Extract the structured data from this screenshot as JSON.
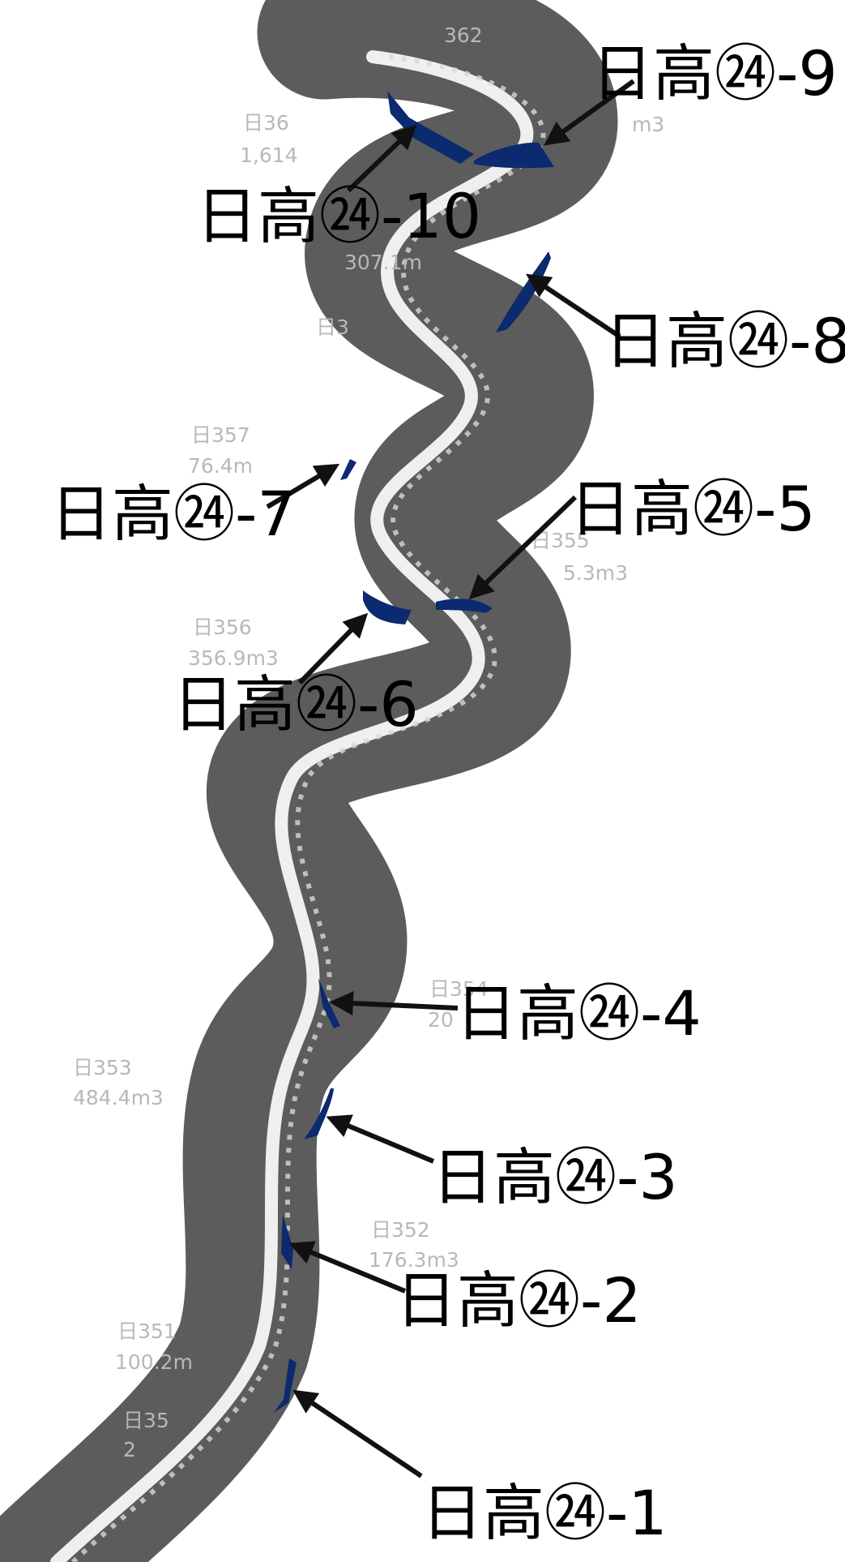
{
  "colors": {
    "river_band": "#5c5c5c",
    "channel": "#ffffff",
    "deposit_fill": "#0b2a6f",
    "callout_text": "#000000",
    "ghost_text": "#b8b8b8"
  },
  "callouts": [
    {
      "id": "1",
      "label": "日高㉔-1"
    },
    {
      "id": "2",
      "label": "日高㉔-2"
    },
    {
      "id": "3",
      "label": "日高㉔-3"
    },
    {
      "id": "4",
      "label": "日高㉔-4"
    },
    {
      "id": "5",
      "label": "日高㉔-5"
    },
    {
      "id": "6",
      "label": "日高㉔-6"
    },
    {
      "id": "7",
      "label": "日高㉔-7"
    },
    {
      "id": "8",
      "label": "日高㉔-8"
    },
    {
      "id": "9",
      "label": "日高㉔-9"
    },
    {
      "id": "10",
      "label": "日高㉔-10"
    }
  ],
  "background_labels": [
    {
      "id": "h362",
      "text": "362"
    },
    {
      "id": "h_top_name",
      "text": "日36"
    },
    {
      "id": "h_top_vol",
      "text": "1,614"
    },
    {
      "id": "h9_vol",
      "text": "m3"
    },
    {
      "id": "h8_vol",
      "text": "307.1m"
    },
    {
      "id": "h_mid_name",
      "text": "日3"
    },
    {
      "id": "h357_name",
      "text": "日357"
    },
    {
      "id": "h357_vol",
      "text": "76.4m"
    },
    {
      "id": "h355_name",
      "text": "日355"
    },
    {
      "id": "h355_vol",
      "text": "5.3m3"
    },
    {
      "id": "h356_name",
      "text": "日356"
    },
    {
      "id": "h356_vol",
      "text": "356.9m3"
    },
    {
      "id": "h354_name",
      "text": "日354"
    },
    {
      "id": "h354_vol",
      "text": "20"
    },
    {
      "id": "h353_name",
      "text": "日353"
    },
    {
      "id": "h353_vol",
      "text": "484.4m3"
    },
    {
      "id": "h352_name",
      "text": "日352"
    },
    {
      "id": "h352_vol",
      "text": "176.3m3"
    },
    {
      "id": "h351_name",
      "text": "日351"
    },
    {
      "id": "h351_vol",
      "text": "100.2m"
    },
    {
      "id": "h350_name",
      "text": "日35"
    },
    {
      "id": "h350_vol",
      "text": "2"
    }
  ]
}
